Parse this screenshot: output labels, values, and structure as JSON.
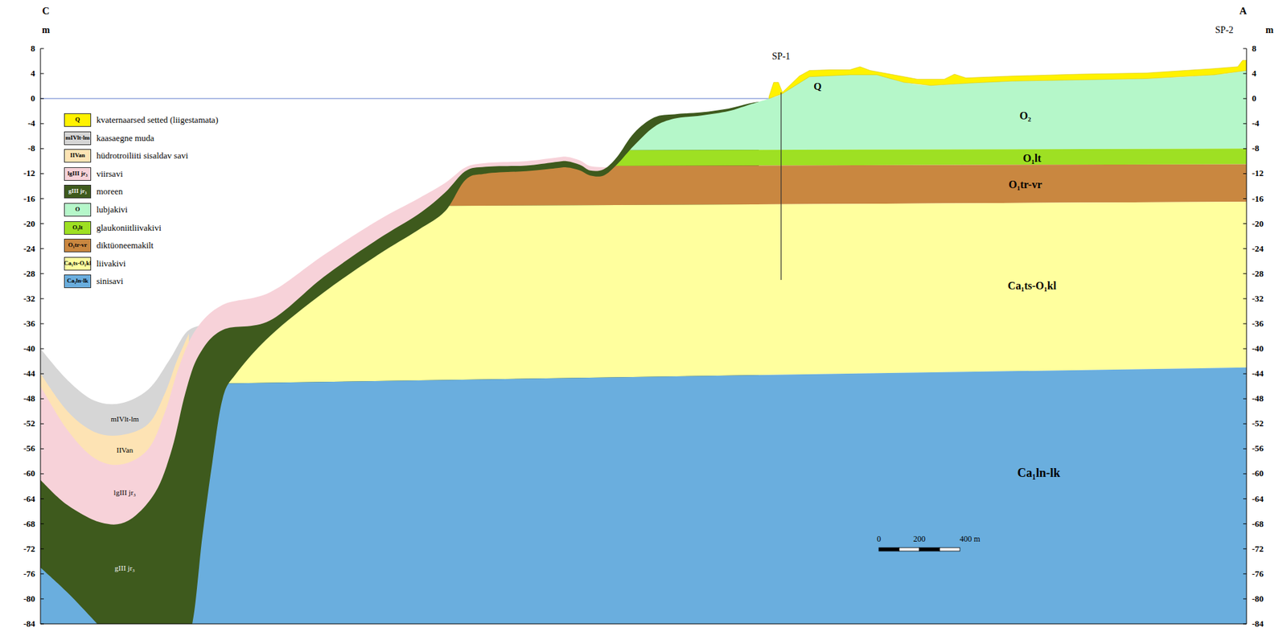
{
  "diagram": {
    "labels": [
      "C",
      "A",
      "m",
      "m",
      "8",
      "4",
      "0",
      "-4",
      "-8",
      "-12",
      "-16",
      "-20",
      "-24",
      "-28",
      "-32",
      "-36",
      "-40",
      "-44",
      "-48",
      "-52",
      "-56",
      "-60",
      "-64",
      "-68",
      "-72",
      "-76",
      "-80",
      "-84",
      "8",
      "4",
      "0",
      "-4",
      "-8",
      "-12",
      "-16",
      "-20",
      "-24",
      "-28",
      "-32",
      "-36",
      "-40",
      "-44",
      "-48",
      "-52",
      "-56",
      "-60",
      "-64",
      "-68",
      "-72",
      "-76",
      "-80",
      "-84",
      "SP-1",
      "SP-2",
      "Q",
      "O₂",
      "O₁lt",
      "O₁tr-vr",
      "Ca₁ts-O₁kl",
      "Ca₁ln-lk",
      "mIVlt-lm",
      "IIVan",
      "lgIII jr₃",
      "gIII jr₃",
      "Q",
      "mIVlt-lm",
      "IIVan",
      "lgIII jr₃",
      "gIII jr₃",
      "O",
      "O₁lt",
      "O₁tr-vr",
      "Ca₁ts-O₁kl",
      "Ca₁ln-lk",
      "0",
      "200",
      "400 m"
    ],
    "legend": [
      {
        "text": "kvaternaarsed setted (liigestamata)",
        "color": "#fff200"
      },
      {
        "text": "kaasaegne muda",
        "color": "#d6d6d6"
      },
      {
        "text": "hüdrotroiliiti sisaldav savi",
        "color": "#fde3b4"
      },
      {
        "text": "viirsavi",
        "color": "#f7d2d9"
      },
      {
        "text": "moreen",
        "color": "#3e5a1d"
      },
      {
        "text": "lubjakivi",
        "color": "#b5f7c9"
      },
      {
        "text": "glaukoniitliivakivi",
        "color": "#9ee023"
      },
      {
        "text": "diktüoneemakilt",
        "color": "#c98740"
      },
      {
        "text": "liivakivi",
        "color": "#ffff9e"
      },
      {
        "text": "sinisavi",
        "color": "#6aaede"
      }
    ]
  }
}
